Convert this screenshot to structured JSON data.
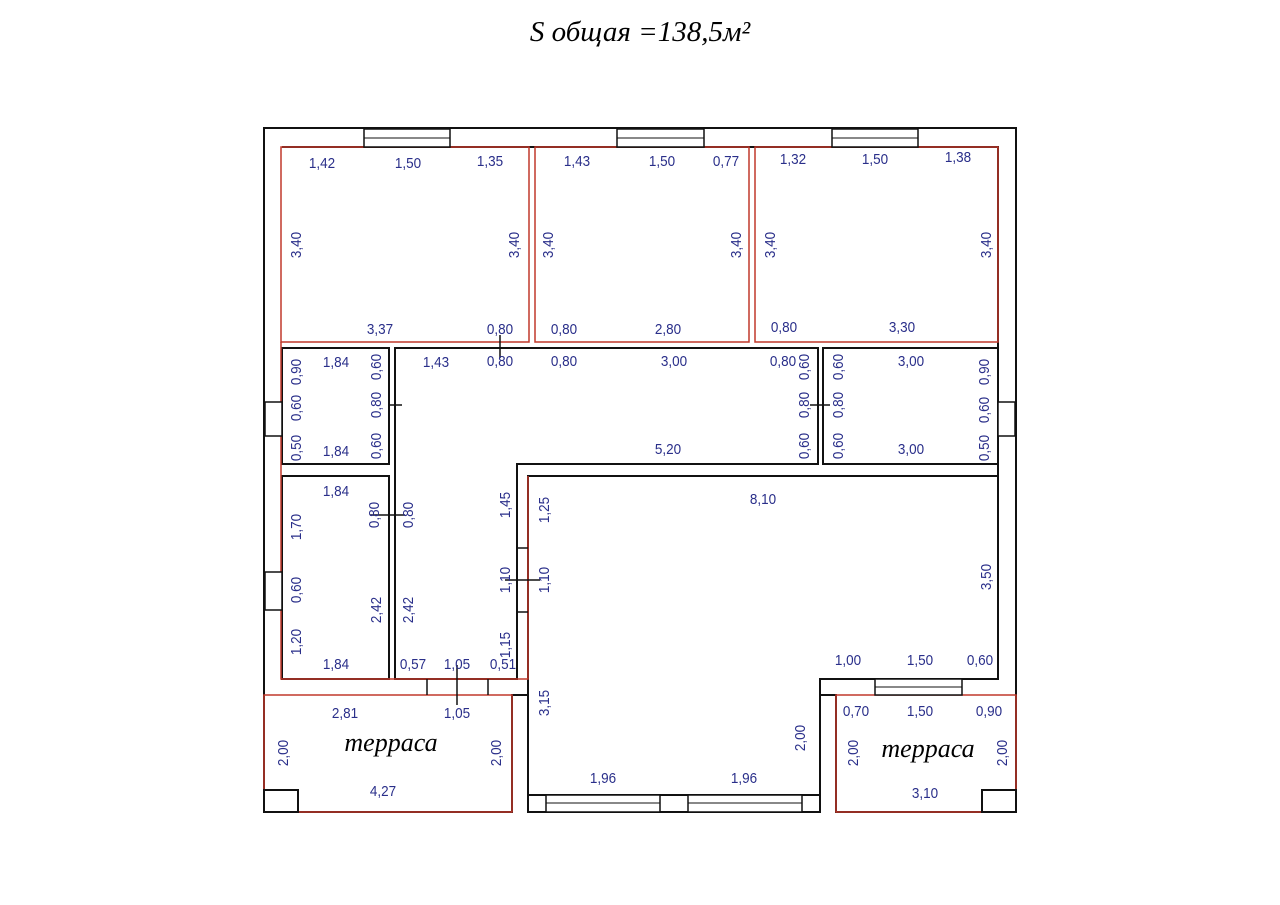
{
  "title": "S общая =138,5м²",
  "terrace_label": "терраса",
  "colors": {
    "walls": "#111111",
    "room_outline": "#c0392b",
    "dimensions": "#2a2f8a"
  },
  "dimensions": {
    "room_top_left": [
      "1,42",
      "1,50",
      "1,35",
      "3,40",
      "3,40",
      "3,37",
      "0,80"
    ],
    "room_top_middle": [
      "1,43",
      "1,50",
      "0,77",
      "3,40",
      "3,40",
      "0,80",
      "2,80"
    ],
    "room_top_right": [
      "1,32",
      "1,50",
      "1,38",
      "3,40",
      "3,40",
      "0,80",
      "3,30"
    ],
    "corridor": [
      "1,43",
      "0,80",
      "0,80",
      "3,00",
      "0,80",
      "5,20",
      "0,80",
      "2,42",
      "0,57",
      "1,05",
      "0,51",
      "1,45",
      "1,10",
      "1,15"
    ],
    "bath_left": [
      "1,84",
      "1,84",
      "0,90",
      "0,60",
      "0,50",
      "0,60",
      "0,80",
      "0,60"
    ],
    "bath_right": [
      "0,60",
      "0,80",
      "0,60",
      "0,60",
      "0,80",
      "0,60",
      "3,00",
      "3,00",
      "0,90",
      "0,60",
      "0,50"
    ],
    "room_mid_left": [
      "1,84",
      "1,70",
      "0,60",
      "1,20",
      "1,84",
      "0,80",
      "2,42"
    ],
    "living": [
      "1,25",
      "1,10",
      "8,10",
      "3,50",
      "1,00",
      "1,50",
      "0,60",
      "3,15",
      "2,00",
      "1,96",
      "1,96"
    ],
    "terrace_left": [
      "2,81",
      "1,05",
      "2,00",
      "2,00",
      "4,27"
    ],
    "terrace_right": [
      "0,70",
      "1,50",
      "0,90",
      "2,00",
      "2,00",
      "3,10"
    ]
  }
}
